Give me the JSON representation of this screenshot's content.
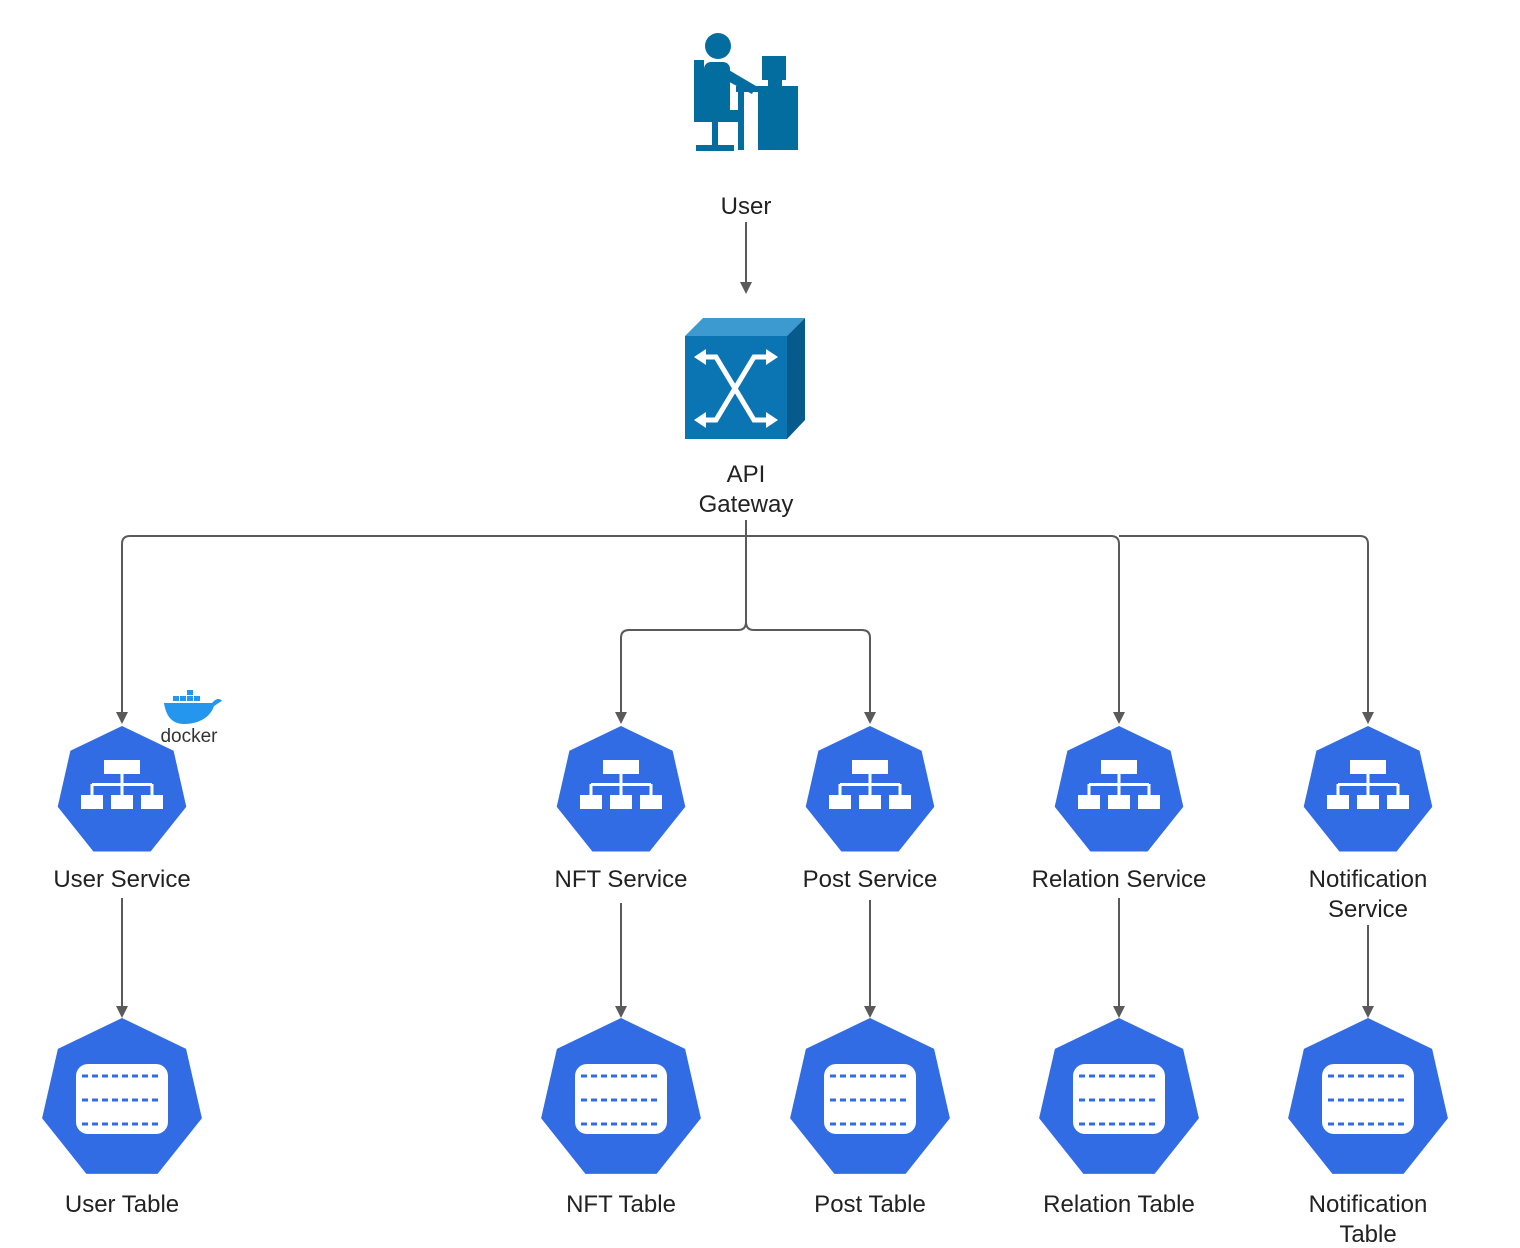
{
  "colors": {
    "edge": "#5a5a5a",
    "k8s_blue": "#326ce5",
    "user_icon": "#036da0",
    "gateway_front": "#0b75b4",
    "gateway_side": "#075a8c",
    "docker_blue": "#2496ed"
  },
  "nodes": {
    "user": {
      "label": "User",
      "icon": "user-at-desk-icon"
    },
    "gateway": {
      "label": "API\nGateway",
      "icon": "api-gateway-switch-icon"
    },
    "docker": {
      "label": "docker",
      "icon": "docker-whale-icon"
    },
    "services": [
      {
        "id": "user-service",
        "label": "User Service",
        "icon": "kubernetes-service-icon"
      },
      {
        "id": "nft-service",
        "label": "NFT Service",
        "icon": "kubernetes-service-icon"
      },
      {
        "id": "post-service",
        "label": "Post Service",
        "icon": "kubernetes-service-icon"
      },
      {
        "id": "relation-service",
        "label": "Relation Service",
        "icon": "kubernetes-service-icon"
      },
      {
        "id": "notification-service",
        "label": "Notification\nService",
        "icon": "kubernetes-service-icon"
      }
    ],
    "tables": [
      {
        "id": "user-table",
        "label": "User Table",
        "icon": "database-volume-icon"
      },
      {
        "id": "nft-table",
        "label": "NFT Table",
        "icon": "database-volume-icon"
      },
      {
        "id": "post-table",
        "label": "Post Table",
        "icon": "database-volume-icon"
      },
      {
        "id": "relation-table",
        "label": "Relation Table",
        "icon": "database-volume-icon"
      },
      {
        "id": "notification-table",
        "label": "Notification Table",
        "icon": "database-volume-icon"
      }
    ]
  },
  "edges": [
    {
      "from": "User",
      "to": "API Gateway"
    },
    {
      "from": "API Gateway",
      "to": "User Service"
    },
    {
      "from": "API Gateway",
      "to": "NFT Service"
    },
    {
      "from": "API Gateway",
      "to": "Post Service"
    },
    {
      "from": "API Gateway",
      "to": "Relation Service"
    },
    {
      "from": "API Gateway",
      "to": "Notification Service"
    },
    {
      "from": "User Service",
      "to": "User Table"
    },
    {
      "from": "NFT Service",
      "to": "NFT Table"
    },
    {
      "from": "Post Service",
      "to": "Post Table"
    },
    {
      "from": "Relation Service",
      "to": "Relation Table"
    },
    {
      "from": "Notification Service",
      "to": "Notification Table"
    }
  ]
}
